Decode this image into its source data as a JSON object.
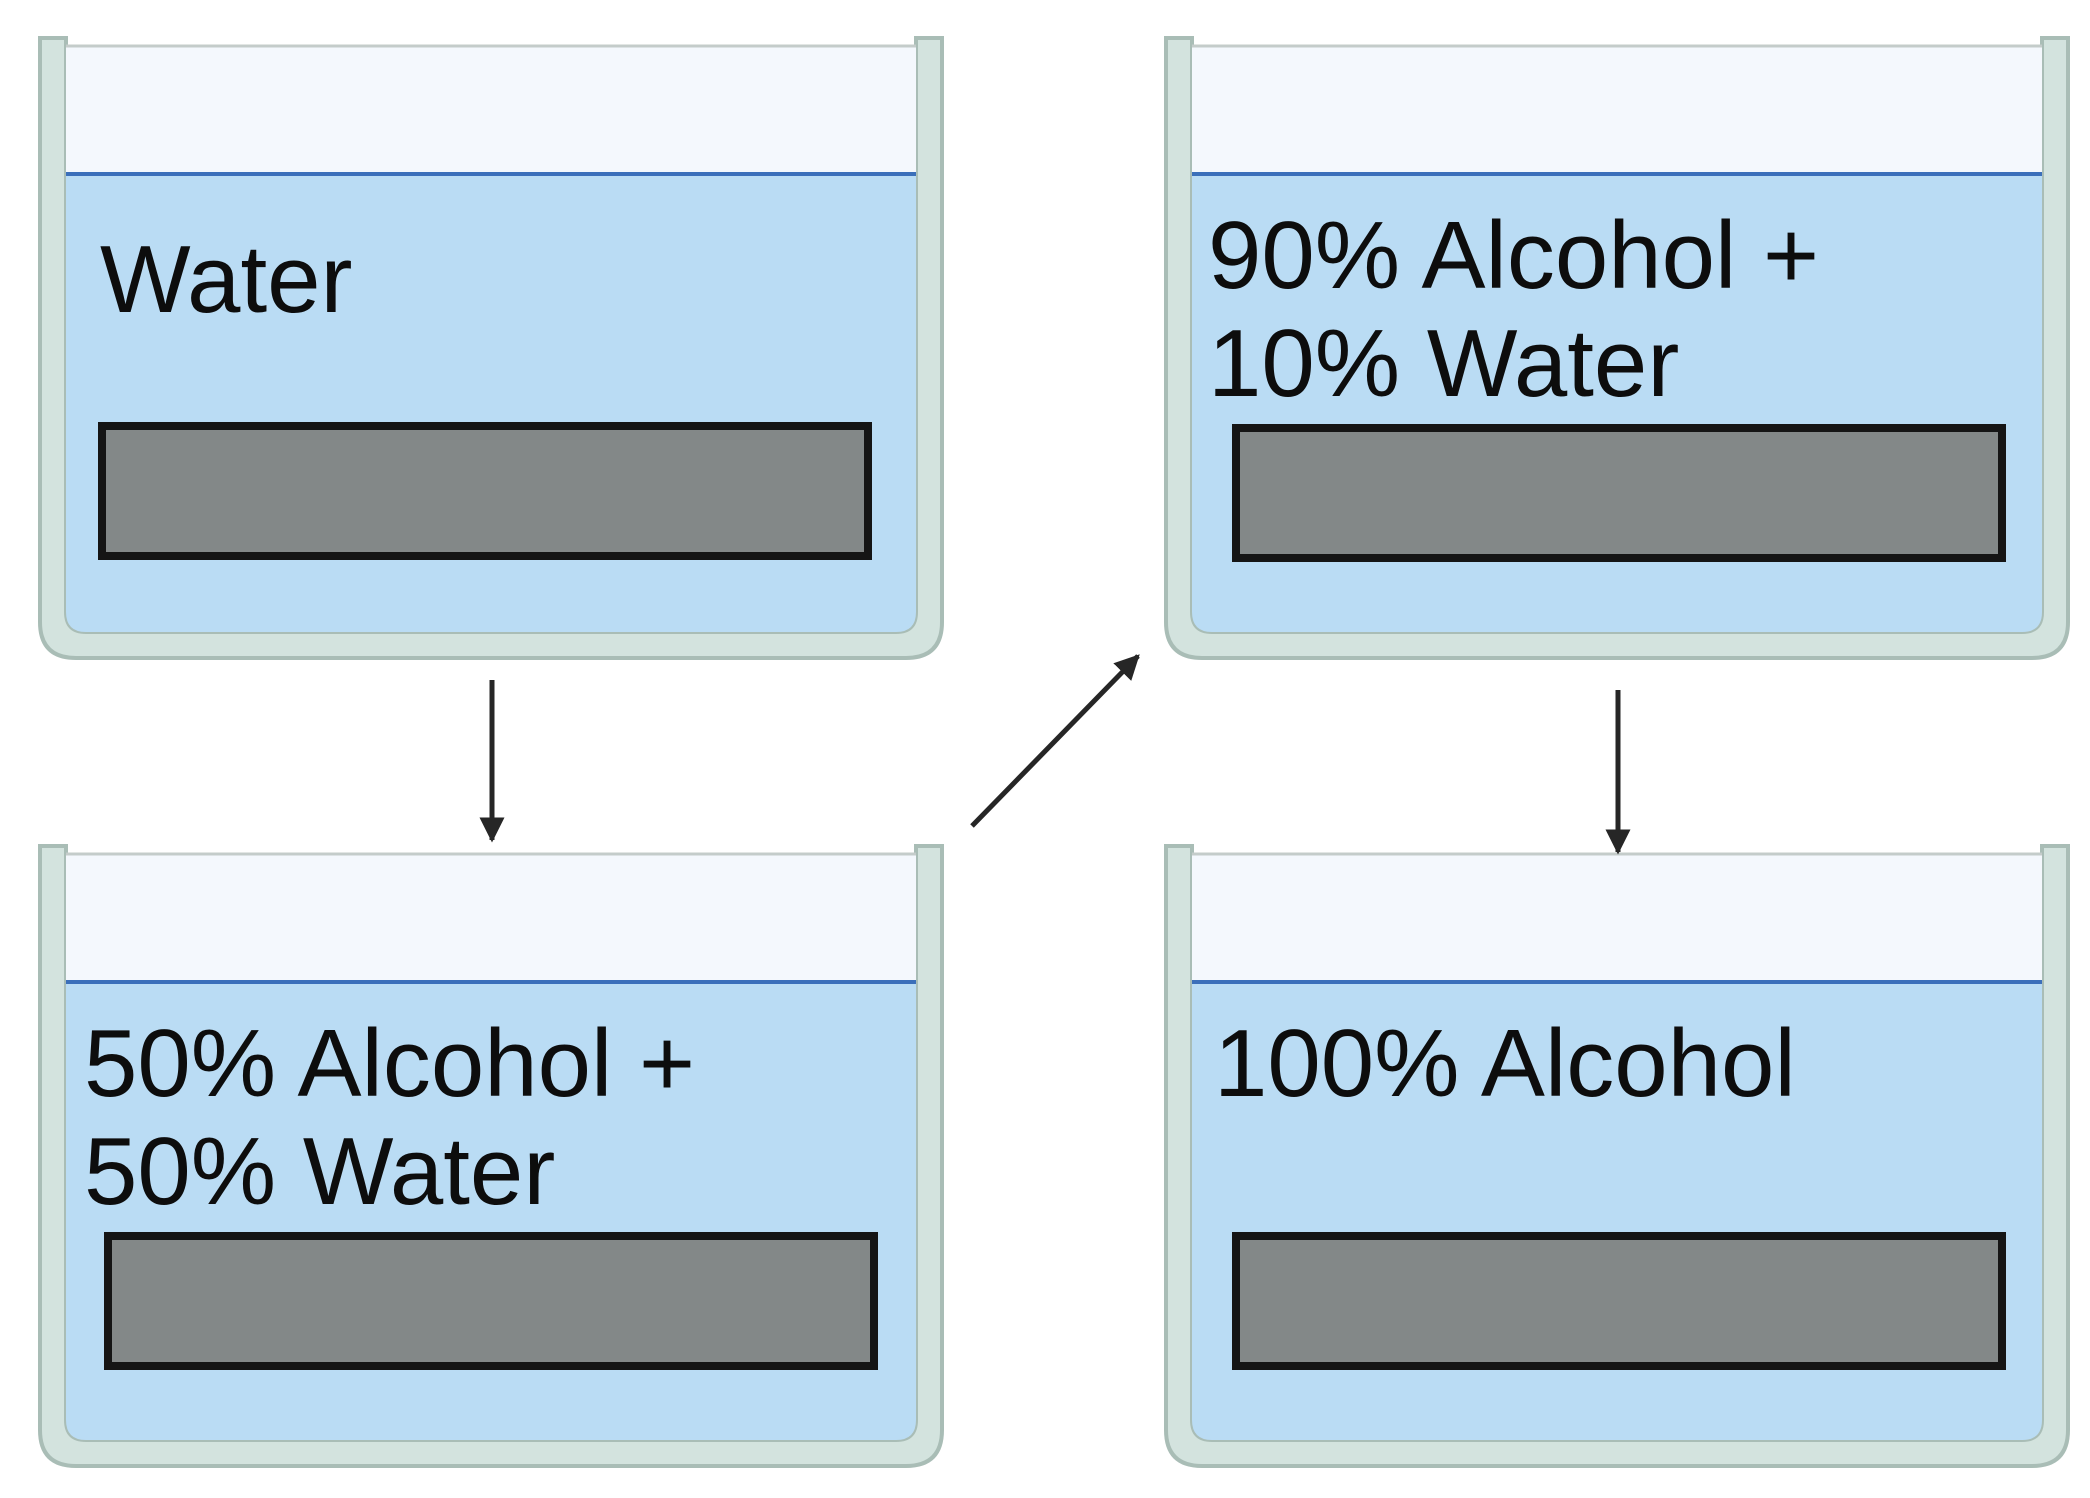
{
  "diagram": {
    "beakers": [
      {
        "id": "water",
        "label_lines": [
          "Water"
        ]
      },
      {
        "id": "alcohol-50",
        "label_lines": [
          "50% Alcohol +",
          "50% Water"
        ]
      },
      {
        "id": "alcohol-90",
        "label_lines": [
          "90% Alcohol +",
          "10% Water"
        ]
      },
      {
        "id": "alcohol-100",
        "label_lines": [
          "100% Alcohol"
        ]
      }
    ],
    "colors": {
      "glass_outline": "#a9bdb6",
      "glass_wall": "#d3e3de",
      "air": "#f4f8fd",
      "liquid": "#badcf4",
      "liquid_surface": "#3b6fba",
      "sample_fill": "#838888",
      "sample_border": "#151515",
      "arrow": "#262626"
    }
  }
}
